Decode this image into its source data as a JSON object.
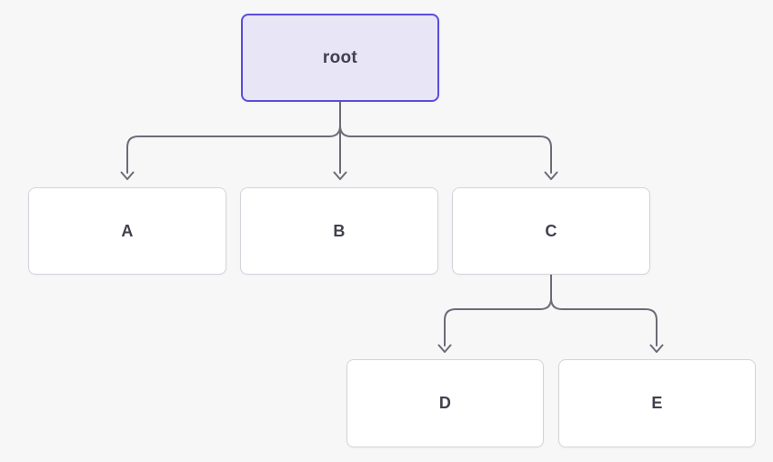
{
  "colors": {
    "bg": "#f7f7f8",
    "node-fill": "#ffffff",
    "node-border": "#d5d3da",
    "root-fill": "#e8e5f6",
    "root-border": "#5a4ddb",
    "edge": "#6e6a78",
    "text": "#43404d"
  },
  "tree": {
    "nodes": [
      {
        "id": "root",
        "label": "root",
        "is_root": true
      },
      {
        "id": "A",
        "label": "A"
      },
      {
        "id": "B",
        "label": "B"
      },
      {
        "id": "C",
        "label": "C"
      },
      {
        "id": "D",
        "label": "D"
      },
      {
        "id": "E",
        "label": "E"
      }
    ],
    "edges": [
      {
        "from": "root",
        "to": "A"
      },
      {
        "from": "root",
        "to": "B"
      },
      {
        "from": "root",
        "to": "C"
      },
      {
        "from": "C",
        "to": "D"
      },
      {
        "from": "C",
        "to": "E"
      }
    ]
  }
}
